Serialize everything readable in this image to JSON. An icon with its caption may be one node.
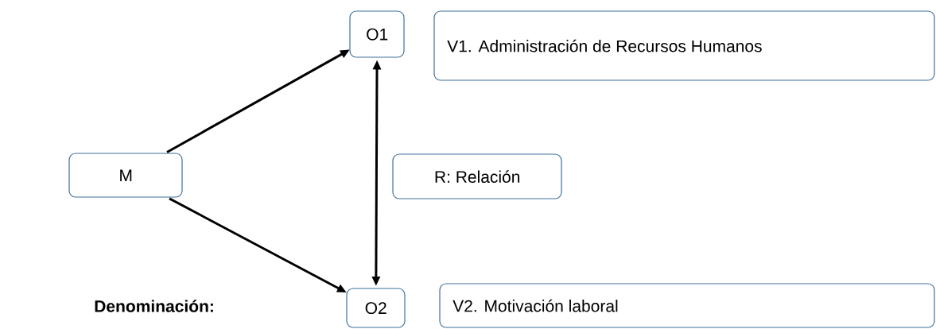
{
  "diagram": {
    "nodes": [
      {
        "text": [
          "M"
        ]
      },
      {
        "text": [
          "O1"
        ]
      },
      {
        "text": [
          "V1. Administración de Recursos Humanos"
        ]
      },
      {
        "text": [
          "R: Relación"
        ]
      },
      {
        "text": [
          "O2"
        ]
      },
      {
        "text": [
          "V2. Motivación laboral"
        ]
      }
    ],
    "edges": [
      {
        "from": 0,
        "to": 1,
        "arrow": "to"
      },
      {
        "from": 0,
        "to": 4,
        "arrow": "to"
      },
      {
        "from": 1,
        "to": 4,
        "arrow": "both"
      }
    ],
    "labels": [
      "Denominación:"
    ]
  }
}
